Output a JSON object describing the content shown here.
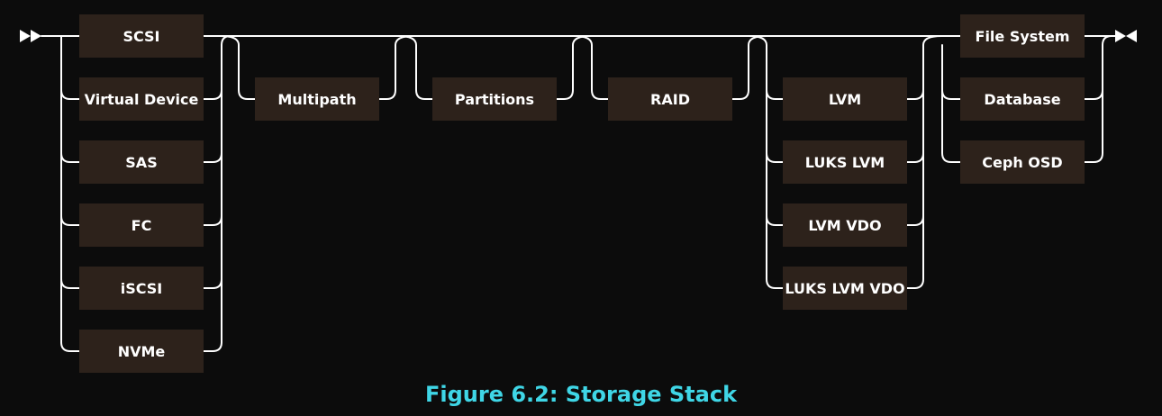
{
  "colors": {
    "background": "#0c0c0c",
    "box": "#2d221b",
    "line": "#ffffff",
    "caption": "#3fd6e6"
  },
  "stages": [
    {
      "name": "device",
      "items": [
        "SCSI",
        "Virtual Device",
        "SAS",
        "FC",
        "iSCSI",
        "NVMe"
      ]
    },
    {
      "name": "multipath",
      "items": [
        "Multipath"
      ]
    },
    {
      "name": "partitions",
      "items": [
        "Partitions"
      ]
    },
    {
      "name": "raid",
      "items": [
        "RAID"
      ]
    },
    {
      "name": "volume",
      "items": [
        "LVM",
        "LUKS LVM",
        "LVM VDO",
        "LUKS LVM VDO"
      ]
    },
    {
      "name": "consumer",
      "items": [
        "File System",
        "Database",
        "Ceph OSD"
      ]
    }
  ],
  "caption": "Figure 6.2: Storage Stack"
}
